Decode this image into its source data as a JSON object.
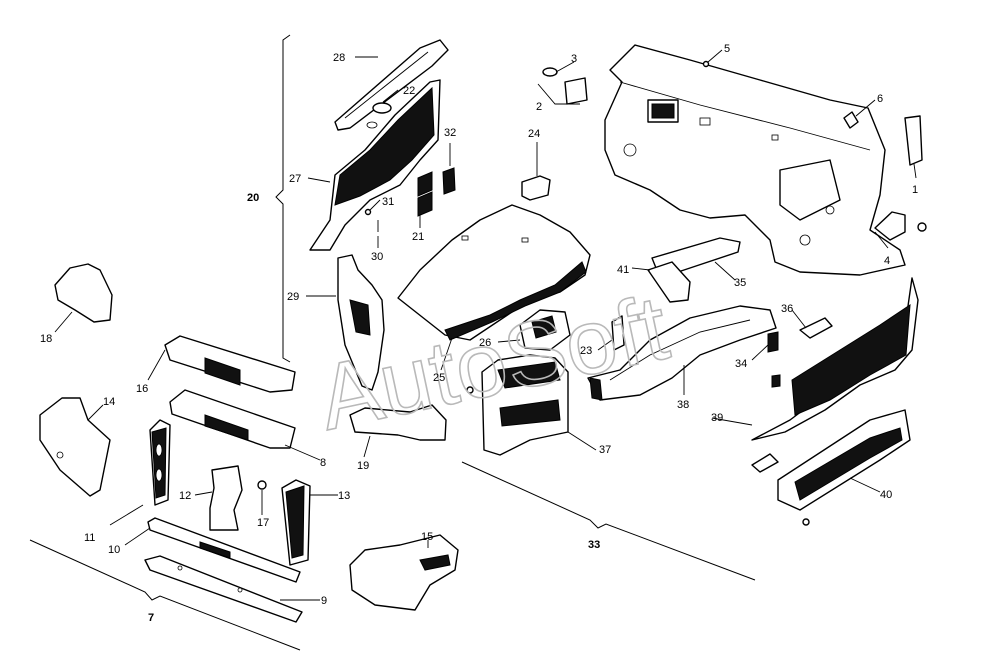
{
  "watermark": "AutoSoft",
  "callouts": {
    "c1": "1",
    "c2": "2",
    "c3": "3",
    "c4": "4",
    "c5": "5",
    "c6": "6",
    "c7": "7",
    "c8": "8",
    "c9": "9",
    "c10": "10",
    "c11": "11",
    "c12": "12",
    "c13": "13",
    "c14": "14",
    "c15": "15",
    "c16": "16",
    "c17": "17",
    "c18": "18",
    "c19": "19",
    "c20": "20",
    "c21": "21",
    "c22": "22",
    "c23": "23",
    "c24": "24",
    "c25": "25",
    "c26": "26",
    "c27": "27",
    "c28": "28",
    "c29": "29",
    "c30": "30",
    "c31": "31",
    "c32": "32",
    "c33": "33",
    "c34": "34",
    "c35": "35",
    "c36": "36",
    "c37": "37",
    "c38": "38",
    "c39": "39",
    "c40": "40",
    "c41": "41"
  }
}
